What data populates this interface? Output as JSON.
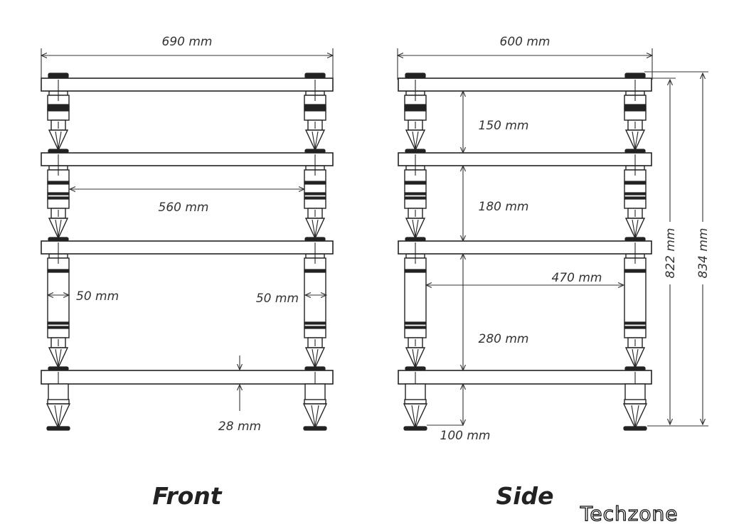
{
  "front": {
    "title": "Front",
    "width_label": "690 mm",
    "inner_label": "560 mm",
    "leg_left_label": "50 mm",
    "leg_right_label": "50 mm",
    "shelf_label": "28 mm"
  },
  "side": {
    "title": "Side",
    "width_label": "600 mm",
    "gap1_label": "150 mm",
    "gap2_label": "180 mm",
    "gap3_label": "280 mm",
    "inner_label": "470 mm",
    "bottom_label": "100 mm",
    "height1_label": "822 mm",
    "height2_label": "834 mm"
  },
  "brand": {
    "name": "Techzone"
  },
  "colors": {
    "line": "#222222",
    "background": "#ffffff"
  }
}
